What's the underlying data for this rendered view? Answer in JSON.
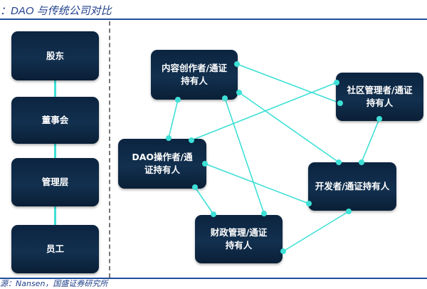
{
  "title": "：DAO 与传统公司对比",
  "footer": "源：Nansen，国盛证券研究所",
  "colors": {
    "node": "#0f2a47",
    "link": "#3ee0d6",
    "rule": "#1f4e9c"
  },
  "traditional": [
    "股东",
    "董事会",
    "管理层",
    "员工"
  ],
  "dao": {
    "nodes": {
      "creator": "内容创作者/通证持有人",
      "community": "社区管理者/通证持有人",
      "operator": "DAO操作者/通证持有人",
      "developer": "开发者/通证持有人",
      "treasury": "财政管理/通证持有人"
    },
    "links": [
      [
        "creator",
        "community"
      ],
      [
        "creator",
        "developer"
      ],
      [
        "creator",
        "operator"
      ],
      [
        "creator",
        "treasury"
      ],
      [
        "community",
        "operator"
      ],
      [
        "community",
        "developer"
      ],
      [
        "operator",
        "developer"
      ],
      [
        "operator",
        "treasury"
      ],
      [
        "developer",
        "treasury"
      ]
    ]
  }
}
